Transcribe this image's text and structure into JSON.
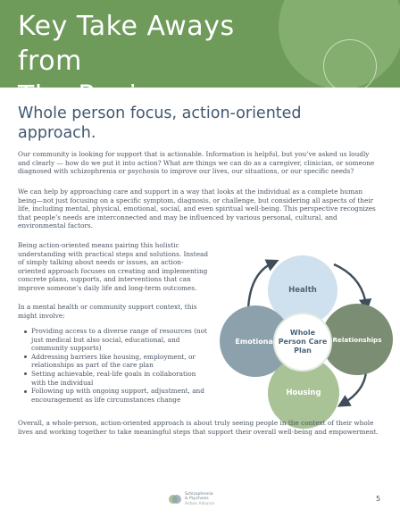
{
  "header": {
    "title_line1": "Key Take Aways from",
    "title_line2": "The Review"
  },
  "section_title": "Whole person focus, action-oriented approach.",
  "paragraphs": {
    "p1": "Our community is looking for support that is actionable. Information is helpful, but you’ve asked us loudly and clearly — how do we put it into action? What are things we can do as a caregiver, clinician, or someone diagnosed with schizophrenia or psychosis to improve our lives, our situations, or our specific needs?",
    "p2": "We can help by approaching care and support in a way that looks at the individual as a complete human being—not just focusing on a specific symptom, diagnosis, or challenge, but considering all aspects of their life, including mental, physical, emotional, social, and even spiritual well-being. This perspective recognizes that people’s needs are interconnected and may be influenced by various personal, cultural, and environmental factors.",
    "p3": "Being action-oriented means pairing this holistic understanding with practical steps and solutions. Instead of simply talking about needs or issues, an action-oriented approach focuses on creating and implementing concrete plans, supports, and interventions that can improve someone’s daily life and long-term outcomes.",
    "p4": "In a mental health or community support context, this might involve:",
    "p5": "Overall, a whole-person, action-oriented approach is about truly seeing people in the context of their whole lives and working together to take meaningful steps that support their overall well-being and empowerment."
  },
  "bullets": [
    "Providing access to a diverse range of resources (not just medical but also social, educational, and community supports)",
    "Addressing barriers like housing, employment, or relationships as part of the care plan",
    "Setting achievable, real-life goals in collaboration with the individual",
    "Following up with ongoing support, adjustment, and encouragement as life circumstances change"
  ],
  "diagram": {
    "center": "Whole Person Care Plan",
    "health": "Health",
    "emotional": "Emotional",
    "relationships": "Relationships",
    "housing": "Housing"
  },
  "footer": {
    "logo_line1": "Schizophrenia",
    "logo_line2": "& Psychosis",
    "logo_line3": "Action Alliance",
    "page_number": "5"
  },
  "colors": {
    "header_green": "#6e9a5a",
    "title_blue": "#3f5870",
    "health": "#cfe1ee",
    "emotional": "#8da1ad",
    "relationships": "#7b8d73",
    "housing": "#a9c296"
  }
}
